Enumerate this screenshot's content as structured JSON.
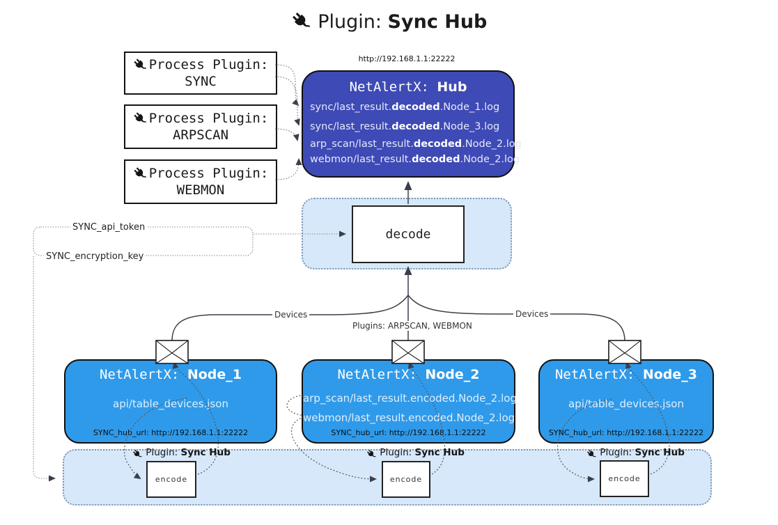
{
  "colors": {
    "hub_bg": "#3E4AB5",
    "node_bg": "#2F9AEA",
    "panel_bg": "#D6E8F9",
    "ink": "#1a1a1a"
  },
  "title": {
    "prefix": "Plugin: ",
    "bold": "Sync Hub"
  },
  "process_plugins": [
    {
      "label": "Process Plugin:",
      "name": "SYNC"
    },
    {
      "label": "Process Plugin:",
      "name": "ARPSCAN"
    },
    {
      "label": "Process Plugin:",
      "name": "WEBMON"
    }
  ],
  "hub": {
    "url": "http://192.168.1.1:22222",
    "name_prefix": "NetAlertX: ",
    "name_bold": "Hub",
    "logs": [
      {
        "pre": "sync/last_result.",
        "bold": "decoded",
        "post": ".Node_1.log"
      },
      {
        "pre": "sync/last_result.",
        "bold": "decoded",
        "post": ".Node_3.log"
      },
      {
        "pre": "arp_scan/last_result.",
        "bold": "decoded",
        "post": ".Node_2.log"
      },
      {
        "pre": "webmon/last_result.",
        "bold": "decoded",
        "post": ".Node_2.log"
      }
    ]
  },
  "decode_label": "decode",
  "secrets": {
    "api_token": "SYNC_api_token",
    "encryption_key": "SYNC_encryption_key"
  },
  "edge_labels": {
    "devices_left": "Devices",
    "plugins_center": "Plugins: ARPSCAN, WEBMON",
    "devices_right": "Devices"
  },
  "nodes": [
    {
      "name_prefix": "NetAlertX: ",
      "name_bold": "Node_1",
      "files": [
        "api/table_devices.json"
      ],
      "hub_url": "SYNC_hub_url: http://192.168.1.1:22222"
    },
    {
      "name_prefix": "NetAlertX: ",
      "name_bold": "Node_2",
      "files": [
        "arp_scan/last_result.encoded.Node_2.log",
        "webmon/last_result.encoded.Node_2.log"
      ],
      "hub_url": "SYNC_hub_url: http://192.168.1.1:22222"
    },
    {
      "name_prefix": "NetAlertX: ",
      "name_bold": "Node_3",
      "files": [
        "api/table_devices.json"
      ],
      "hub_url": "SYNC_hub_url: http://192.168.1.1:22222"
    }
  ],
  "encoder": {
    "plugin_prefix": "Plugin: ",
    "plugin_bold": "Sync Hub",
    "box_label": "encode"
  }
}
